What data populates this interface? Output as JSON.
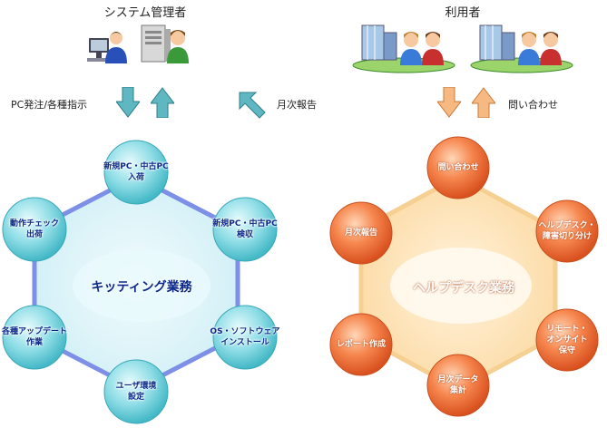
{
  "headers": {
    "admin": "システム管理者",
    "users": "利用者"
  },
  "labels": {
    "pc_order": "PC発注/各種指示",
    "monthly_report": "月次報告",
    "inquiry": "問い合わせ"
  },
  "kitting": {
    "center": "キッティング業務",
    "nodes": [
      "新規PC・中古PC\n入荷",
      "新規PC・中古PC\n検収",
      "OS・ソフトウェア\nインストール",
      "ユーザ環境\n設定",
      "各種アップデート\n作業",
      "動作チェック\n出荷"
    ]
  },
  "helpdesk": {
    "center": "ヘルプデスク業務",
    "nodes": [
      "問い合わせ",
      "ヘルプデスク・\n障害切り分け",
      "リモート・\nオンサイト\n保守",
      "月次データ\n集計",
      "レポート作成",
      "月次報告"
    ]
  },
  "colors": {
    "kitting_ring": "#7d8fe6",
    "kitting_fill": "#d9f3f8",
    "kitting_node": "#6fd0dc",
    "helpdesk_ring": "#f6cf92",
    "helpdesk_fill": "#fde2ae",
    "helpdesk_node": "#f2733a",
    "arrow_teal": "#5fb7c1",
    "arrow_orange": "#f7b982"
  }
}
